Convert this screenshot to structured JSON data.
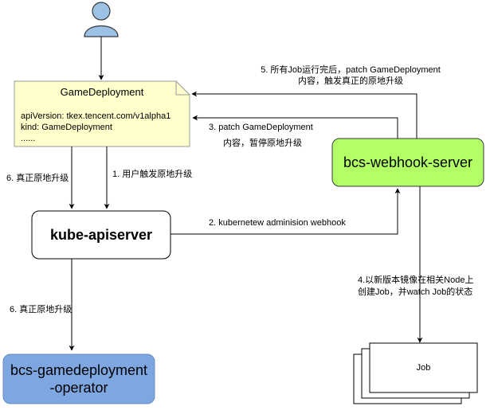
{
  "colors": {
    "note_fill": "#FFFFCC",
    "note_stroke": "#999999",
    "webhook_fill": "#B3FF66",
    "webhook_stroke": "#36393D",
    "operator_fill": "#7EA6E0",
    "operator_stroke": "#6C8EBF",
    "user_fill": "#9CC3E5",
    "user_stroke": "#36393D",
    "line": "#000000"
  },
  "icons": {
    "user": "person-icon"
  },
  "nodes": {
    "note": {
      "title": "GameDeployment",
      "line1": "apiVersion: tkex.tencent.com/v1alpha1",
      "line2": "kind: GameDeployment",
      "line3": "......"
    },
    "apiserver": {
      "label": "kube-apiserver"
    },
    "webhook": {
      "label": "bcs-webhook-server"
    },
    "operator": {
      "line1": "bcs-gamedeployment",
      "line2": "-operator"
    },
    "job": {
      "label": "Job"
    }
  },
  "edges": {
    "e1": "1. 用户触发原地升级",
    "e2": "2. kubernetew adminision webhook",
    "e3_line1": "3. patch GameDeployment",
    "e3_line2": "内容，暂停原地升级",
    "e4_line1": "4.以新版本镜像在相关Node上",
    "e4_line2": "创建Job，并watch Job的状态",
    "e5_line1": "5. 所有Job运行完后，patch GameDeployment",
    "e5_line2": "内容，触发真正的原地升级",
    "e6a": "6. 真正原地升级",
    "e6b": "6. 真正原地升级"
  }
}
